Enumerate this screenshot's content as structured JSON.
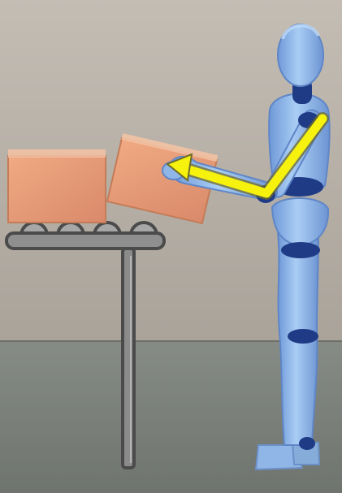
{
  "scene": {
    "subject": "mannequin-lifting-box-from-conveyor",
    "colors": {
      "wall": "#b9b2a9",
      "floor": "#7d827d",
      "box": "#e39a72",
      "box_edge": "#c77f5c",
      "conveyor": "#6f6f6f",
      "roller": "#a3a3a3",
      "figure": "#8fb6e6",
      "figure_shadow": "#5f8ed1",
      "joint": "#1f3b86",
      "arrow": "#f6f20d",
      "arrow_outline": "#6d6b2a"
    },
    "icons": [
      "mannequin-figure",
      "yellow-arrow",
      "cardboard-box",
      "conveyor-rollers"
    ]
  }
}
